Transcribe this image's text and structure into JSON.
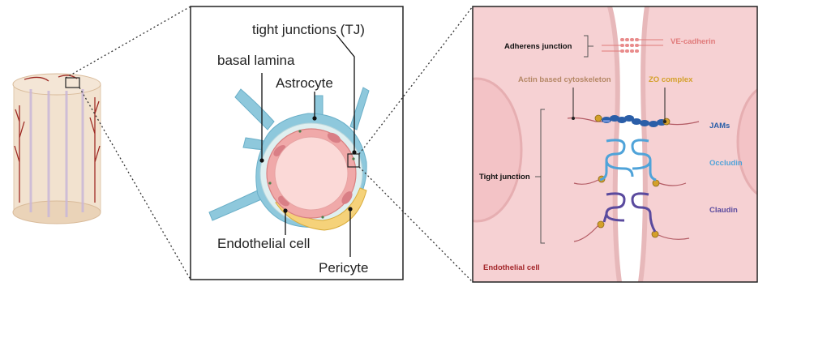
{
  "middle_panel": {
    "labels": {
      "tight_junctions": "tight junctions (TJ)",
      "basal_lamina": "basal lamina",
      "astrocyte": "Astrocyte",
      "endothelial_cell": "Endothelial cell",
      "pericyte": "Pericyte"
    }
  },
  "right_panel": {
    "labels": {
      "adherens_junction": "Adherens junction",
      "ve_cadherin": "VE-cadherin",
      "actin_cytoskeleton": "Actin based cytoskeleton",
      "zo_complex": "ZO complex",
      "jams": "JAMs",
      "tight_junction": "Tight junction",
      "occludin": "Occludin",
      "claudin": "Claudin",
      "endothelial_cell": "Endothelial cell"
    }
  },
  "colors": {
    "cell_pink": "#f6d1d3",
    "membrane": "#e4b3b6",
    "astrocyte_blue": "#7cc0d8",
    "pericyte_yellow": "#f5d27a",
    "ve_cadherin_red": "#e07a7a",
    "zo_orange": "#d4a02a",
    "jam_blue": "#2a5ea8",
    "occludin_blue": "#4fa3d9",
    "claudin_purple": "#5a4a9e",
    "endothelial_label": "#a3262a",
    "actin_brown": "#b07850"
  }
}
